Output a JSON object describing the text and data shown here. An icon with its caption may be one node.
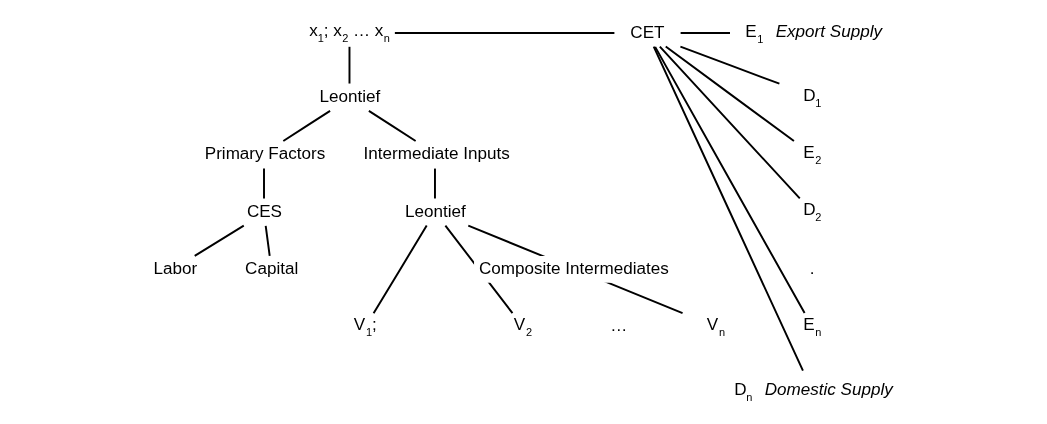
{
  "diagram": {
    "nodes": [
      {
        "text": [
          "x$_{1}$; x$_{2}$ … x$_{n}$"
        ]
      },
      {
        "text": [
          "CET"
        ]
      },
      {
        "text": [
          "E$_{1}$"
        ],
        "beside": [
          "Export Supply"
        ]
      },
      {
        "text": [
          "D$_{1}$"
        ]
      },
      {
        "text": [
          "E$_{2}$"
        ]
      },
      {
        "text": [
          "D$_{2}$"
        ]
      },
      {
        "text": [
          "E$_{n}$"
        ]
      },
      {
        "text": [
          "D$_{n}$"
        ],
        "beside": [
          "Domestic Supply"
        ]
      },
      {
        "text": [
          "Leontief"
        ]
      },
      {
        "text": [
          "Primary Factors"
        ]
      },
      {
        "text": [
          "Intermediate Inputs"
        ]
      },
      {
        "text": [
          "CES"
        ]
      },
      {
        "text": [
          "Leontief"
        ]
      },
      {
        "text": [
          "Labor"
        ]
      },
      {
        "text": [
          "Capital"
        ]
      },
      {
        "text": [
          "V$_{1}$;"
        ]
      },
      {
        "text": [
          "V$_{2}$"
        ]
      },
      {
        "text": [
          "V$_{n}$"
        ]
      }
    ],
    "edges": [
      {
        "from": 0,
        "to": 1,
        "arrow": "none"
      },
      {
        "from": 1,
        "to": 2,
        "arrow": "none"
      },
      {
        "from": 1,
        "to": 3,
        "arrow": "none"
      },
      {
        "from": 1,
        "to": 4,
        "arrow": "none"
      },
      {
        "from": 1,
        "to": 5,
        "arrow": "none"
      },
      {
        "from": 1,
        "to": 6,
        "arrow": "none"
      },
      {
        "from": 1,
        "to": 7,
        "arrow": "none"
      },
      {
        "from": 0,
        "to": 8,
        "arrow": "none"
      },
      {
        "from": 8,
        "to": 9,
        "arrow": "none"
      },
      {
        "from": 8,
        "to": 10,
        "arrow": "none"
      },
      {
        "from": 9,
        "to": 11,
        "arrow": "none"
      },
      {
        "from": 10,
        "to": 12,
        "arrow": "none"
      },
      {
        "from": 11,
        "to": 13,
        "arrow": "none"
      },
      {
        "from": 11,
        "to": 14,
        "arrow": "none"
      },
      {
        "from": 12,
        "to": 15,
        "arrow": "none"
      },
      {
        "from": 12,
        "to": 16,
        "arrow": "none"
      },
      {
        "from": 12,
        "to": 17,
        "arrow": "none"
      }
    ],
    "labels": [
      ".",
      "Composite Intermediates",
      "…"
    ]
  }
}
